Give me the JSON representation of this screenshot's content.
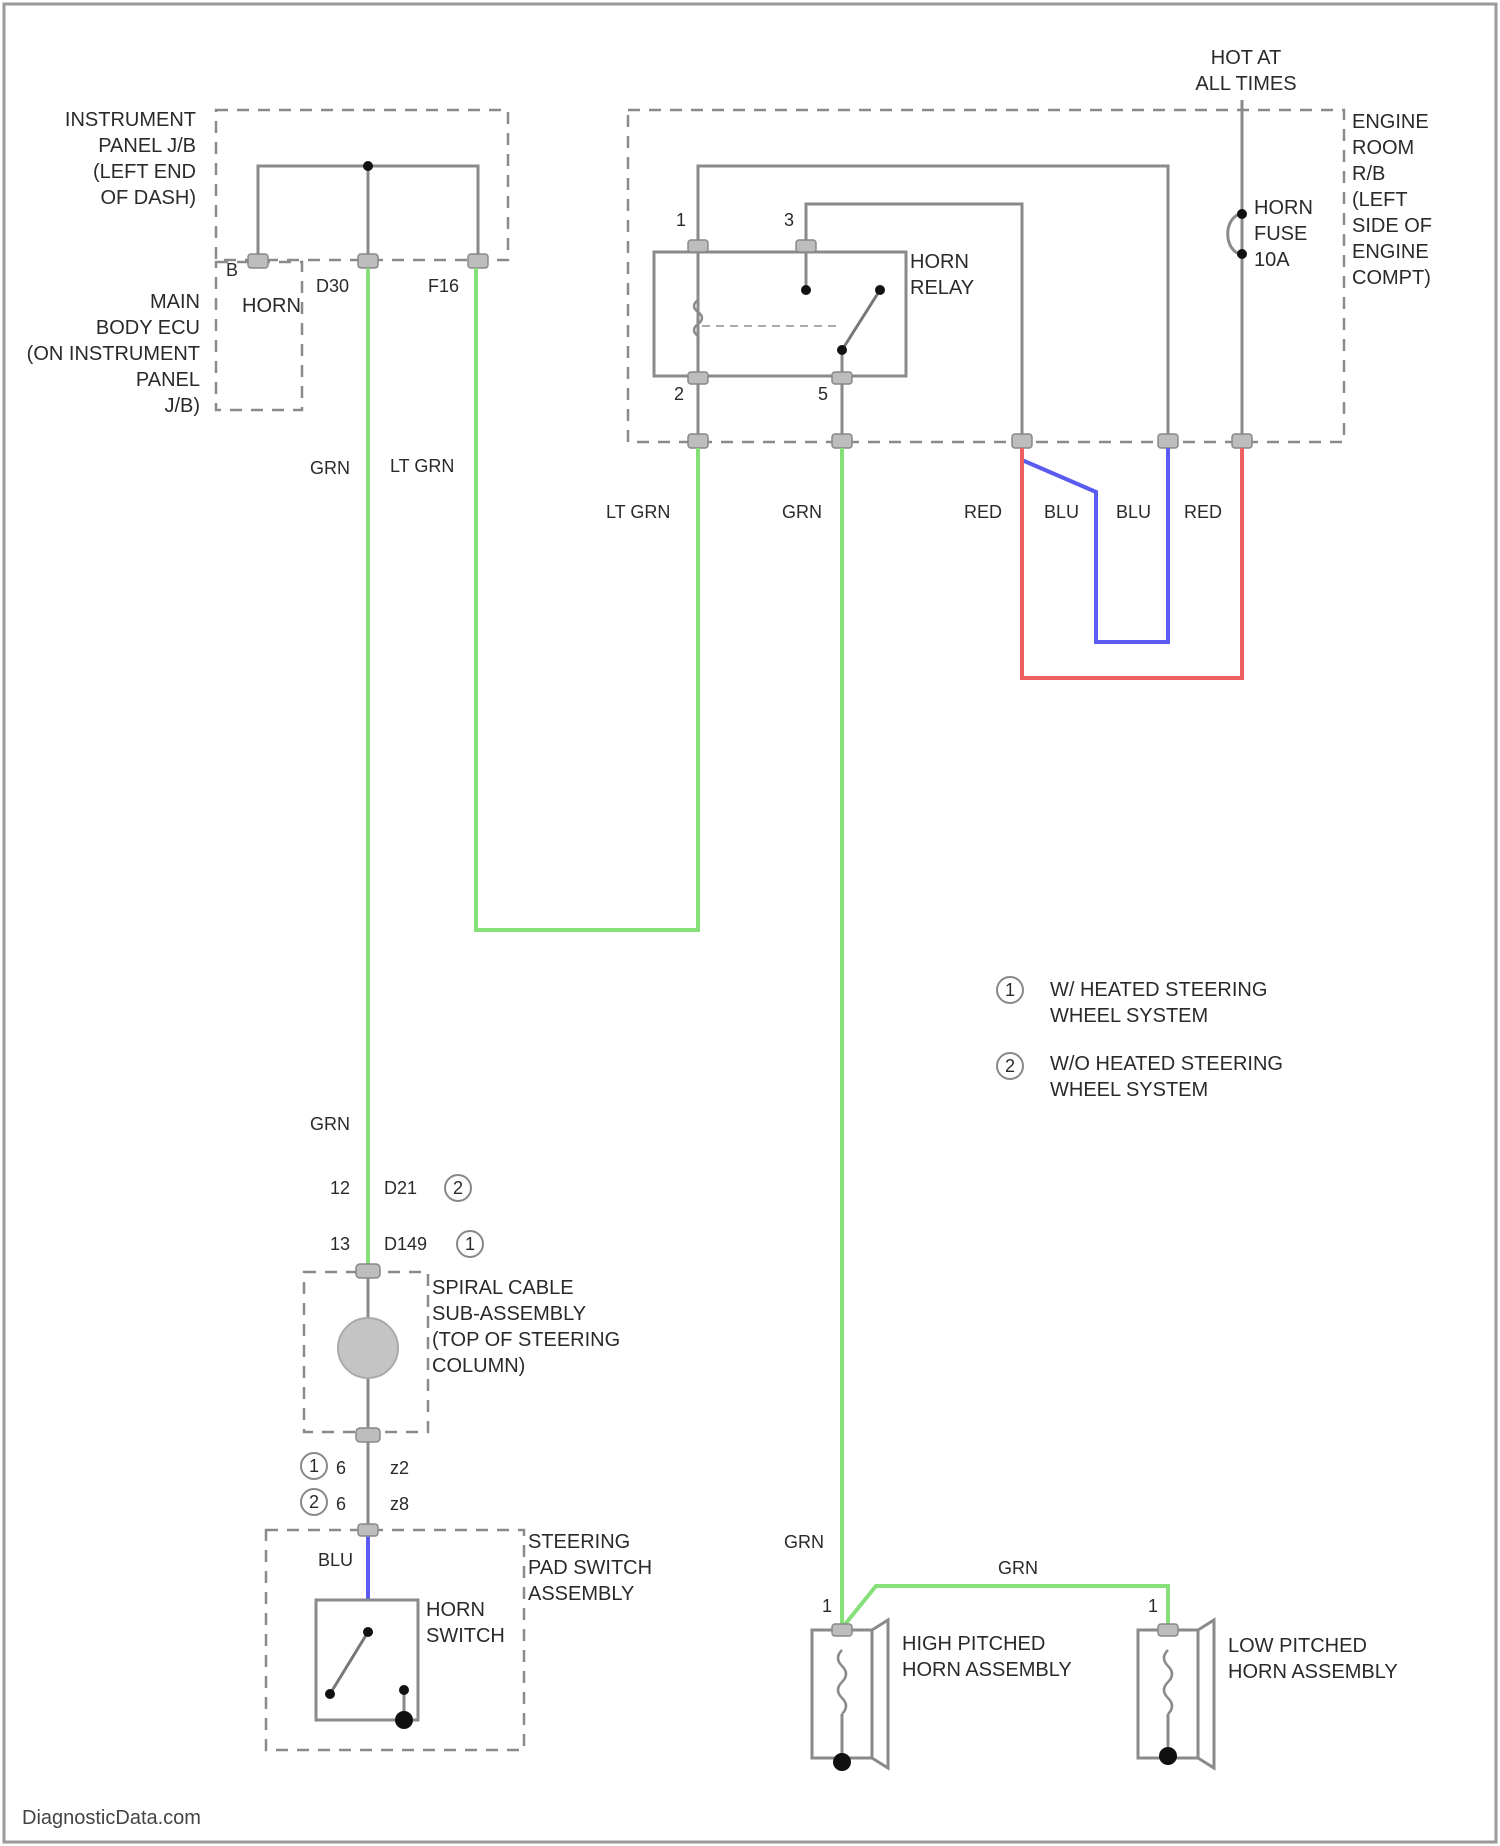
{
  "colors": {
    "green": "#86e07a",
    "blue": "#5b5bf0",
    "red": "#f06060",
    "gray": "#8a8a8a"
  },
  "labels": {
    "hot_at_all_times": [
      "HOT AT",
      "ALL TIMES"
    ],
    "instrument_panel_jb": [
      "INSTRUMENT",
      "PANEL J/B",
      "(LEFT END",
      "OF DASH)"
    ],
    "main_body_ecu": [
      "MAIN",
      "BODY ECU",
      "(ON INSTRUMENT",
      "PANEL",
      "J/B)"
    ],
    "horn_ecu": "HORN",
    "engine_room_rb": [
      "ENGINE",
      "ROOM",
      "R/B",
      "(LEFT",
      "SIDE OF",
      "ENGINE",
      "COMPT)"
    ],
    "horn_fuse": [
      "HORN",
      "FUSE",
      "10A"
    ],
    "horn_relay": [
      "HORN",
      "RELAY"
    ],
    "spiral_cable": [
      "SPIRAL CABLE",
      "SUB-ASSEMBLY",
      "(TOP OF STEERING",
      "COLUMN)"
    ],
    "steering_pad": [
      "STEERING",
      "PAD SWITCH",
      "ASSEMBLY"
    ],
    "horn_switch": [
      "HORN",
      "SWITCH"
    ],
    "high_horn": [
      "HIGH PITCHED",
      "HORN ASSEMBLY"
    ],
    "low_horn": [
      "LOW PITCHED",
      "HORN ASSEMBLY"
    ],
    "watermark": "DiagnosticData.com"
  },
  "pins": {
    "ecu_b": "B",
    "ecu_d30": "D30",
    "ecu_f16": "F16",
    "relay_1": "1",
    "relay_3": "3",
    "relay_2": "2",
    "relay_5": "5",
    "spiral_12": "12",
    "spiral_conn_a": "D21",
    "spiral_13": "13",
    "spiral_conn_b": "D149",
    "pad_6a": "6",
    "pad_conn_a": "z2",
    "pad_6b": "6",
    "pad_conn_b": "z8",
    "high_1": "1",
    "low_1": "1"
  },
  "wires": {
    "grn_upper": "GRN",
    "lt_grn_upper": "LT GRN",
    "lt_grn_relay": "LT GRN",
    "grn_relay": "GRN",
    "red_left": "RED",
    "blu_left": "BLU",
    "blu_right": "BLU",
    "red_right": "RED",
    "grn_lower": "GRN",
    "blu_switch": "BLU",
    "grn_horn_feed": "GRN",
    "grn_horn_link": "GRN"
  },
  "legend": {
    "note_1_symbol": "1",
    "note_1": [
      "W/ HEATED STEERING",
      "WHEEL SYSTEM"
    ],
    "note_2_symbol": "2",
    "note_2": [
      "W/O HEATED STEERING",
      "WHEEL SYSTEM"
    ]
  },
  "markers": {
    "spiral_a": "2",
    "spiral_b": "1",
    "pad_a": "1",
    "pad_b": "2"
  }
}
